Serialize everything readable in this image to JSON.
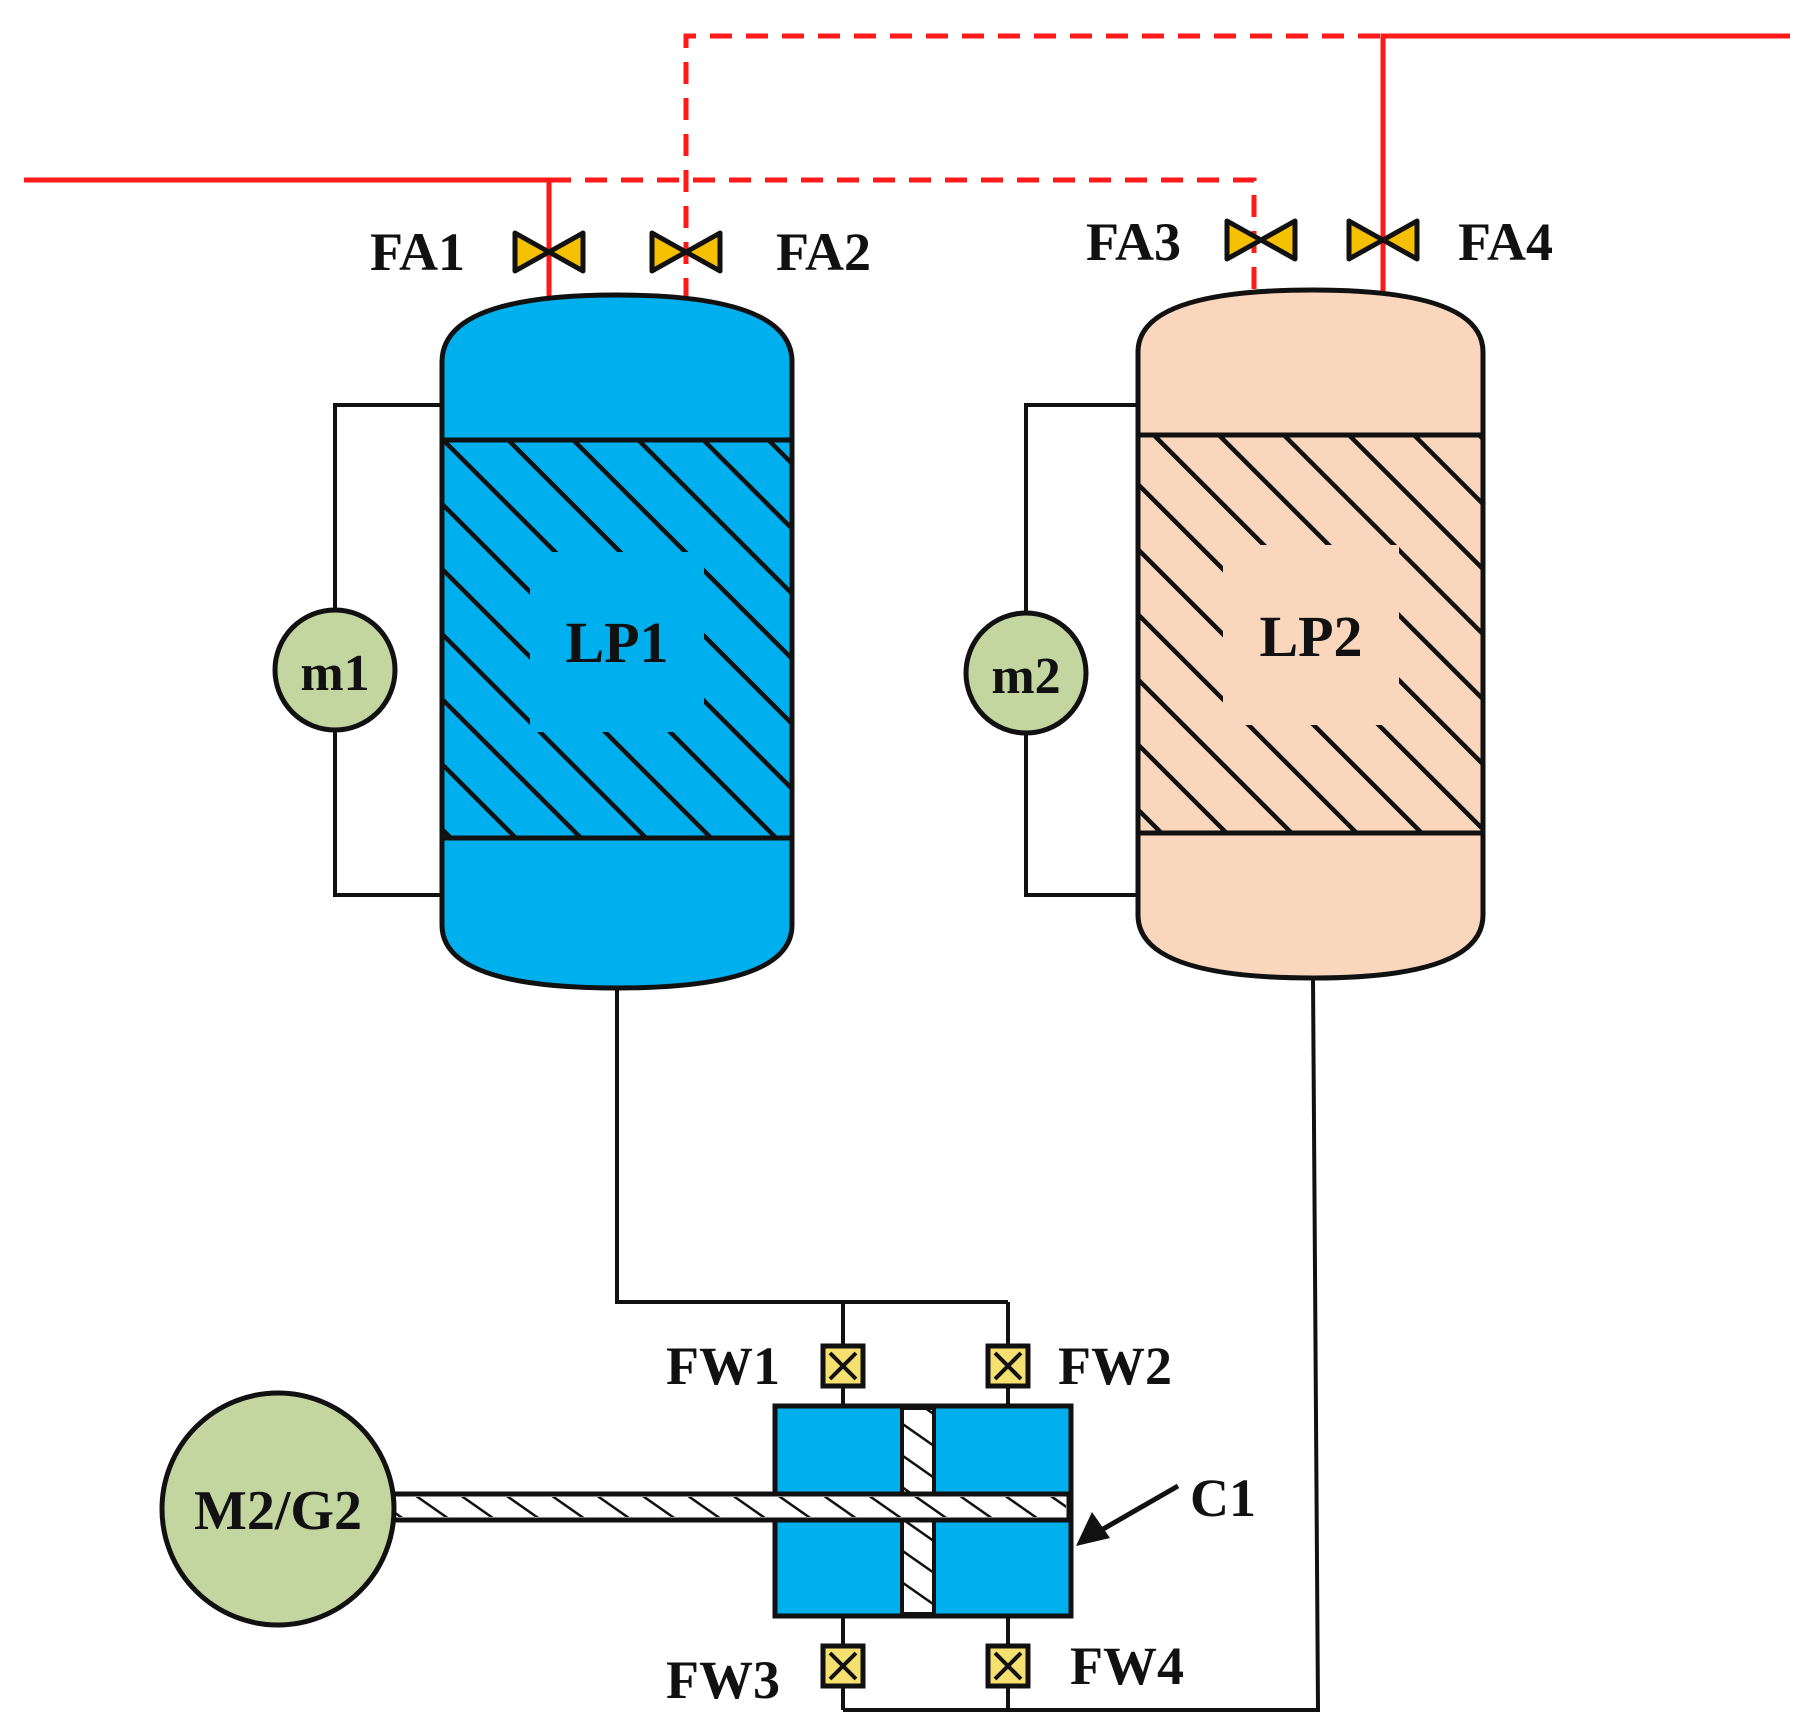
{
  "colors": {
    "red_pipe": "#ff1a1a",
    "vessel_lp1": "#00b0ee",
    "vessel_lp2": "#f9d6bc",
    "machine_green": "#c4d6a0",
    "valve_yellow": "#f5c000",
    "cylinder_blue": "#00b0ee",
    "outline": "#111111"
  },
  "vessels": {
    "lp1": "LP1",
    "lp2": "LP2"
  },
  "meters": {
    "m1": "m1",
    "m2": "m2"
  },
  "air_valves": {
    "fa1": "FA1",
    "fa2": "FA2",
    "fa3": "FA3",
    "fa4": "FA4"
  },
  "water_valves": {
    "fw1": "FW1",
    "fw2": "FW2",
    "fw3": "FW3",
    "fw4": "FW4"
  },
  "machine": "M2/G2",
  "cylinder": "C1"
}
